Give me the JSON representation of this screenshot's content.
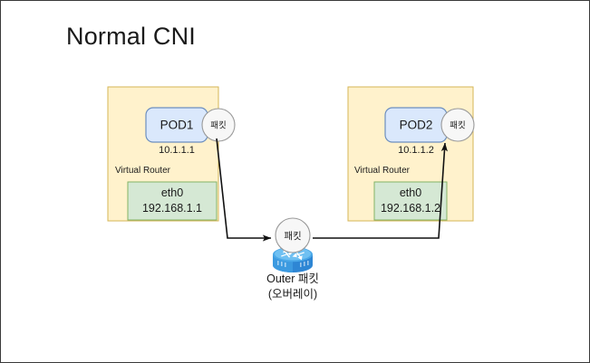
{
  "page": {
    "title": "Normal CNI",
    "background": "#ffffff",
    "border_color": "#3a3a3a"
  },
  "colors": {
    "host_fill": "#fff2cc",
    "host_stroke": "#d6b656",
    "pod_fill": "#dae8fc",
    "pod_stroke": "#6c8ebf",
    "eth_fill": "#d5e8d4",
    "eth_stroke": "#82b366",
    "packet_fill": "#f7f7f7",
    "packet_stroke": "#999999",
    "arrow": "#111111",
    "router_icon": "#3c9ae0"
  },
  "nodes": {
    "left_host": {
      "name": "Virtual Router",
      "pod_label": "POD1",
      "pod_ip": "10.1.1.1",
      "interface_name": "eth0",
      "interface_ip": "192.168.1.1",
      "packet_label": "패킷"
    },
    "right_host": {
      "name": "Virtual Router",
      "pod_label": "POD2",
      "pod_ip": "10.1.1.2",
      "interface_name": "eth0",
      "interface_ip": "192.168.1.2",
      "packet_label": "패킷"
    },
    "center": {
      "packet_label": "패킷",
      "router_label_line1": "Outer 패킷",
      "router_label_line2": "(오버레이)",
      "icon": "router-icon"
    }
  }
}
